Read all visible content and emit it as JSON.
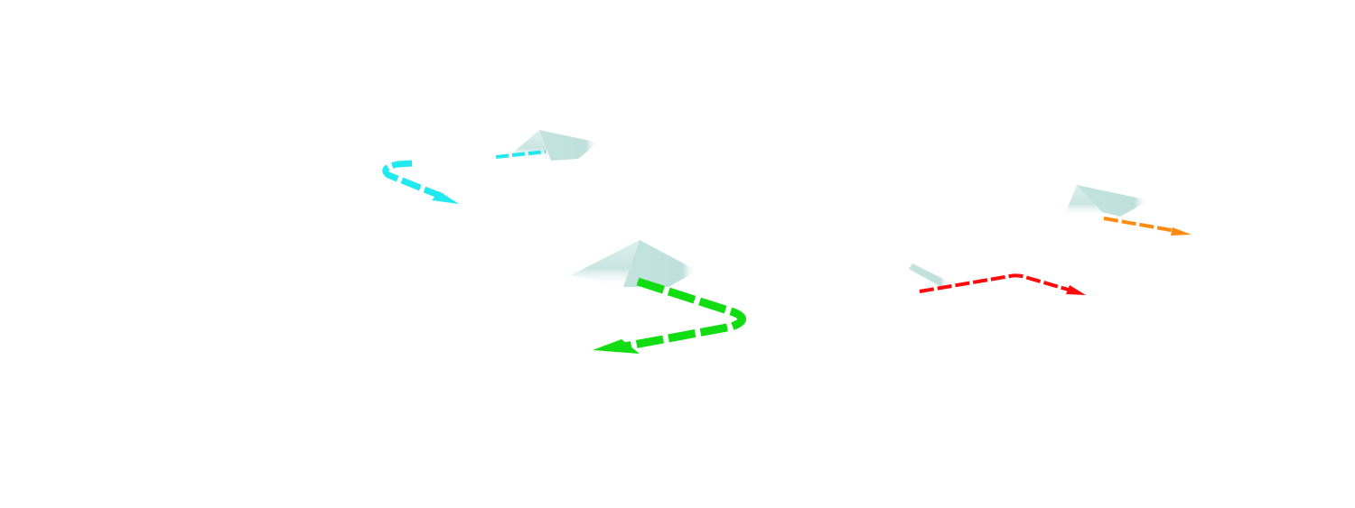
{
  "scene": {
    "background": "#ffffff",
    "pyramid_color": "#bfe0dc",
    "paths": [
      {
        "name": "cyan-path",
        "color": "#22e8f0"
      },
      {
        "name": "green-path",
        "color": "#12dd12"
      },
      {
        "name": "red-path",
        "color": "#ff0a0a"
      },
      {
        "name": "orange-path",
        "color": "#ff8c10"
      }
    ],
    "objects": [
      "pyramid",
      "pyramid",
      "pyramid",
      "pyramid",
      "pyramid-fragment"
    ]
  }
}
